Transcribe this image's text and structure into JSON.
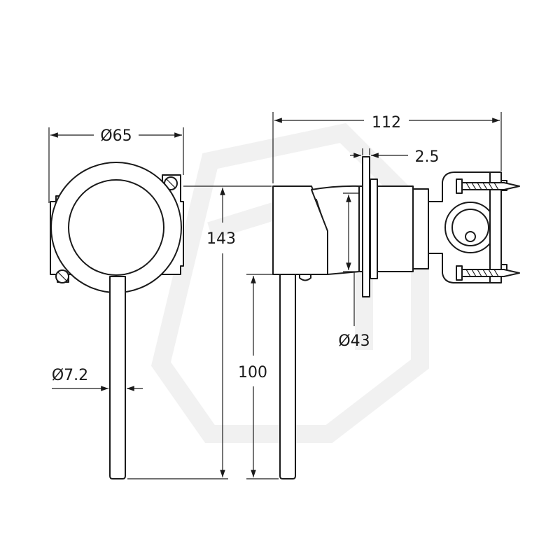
{
  "dimensions": {
    "face_diameter": "Ø65",
    "overall_height": "143",
    "handle_diameter": "Ø7.2",
    "handle_height": "100",
    "overall_depth": "112",
    "flange_thickness": "2.5",
    "body_diameter": "Ø43"
  },
  "colors": {
    "line": "#1a1a1a",
    "background": "#ffffff",
    "watermark": "#f1f1f1"
  }
}
